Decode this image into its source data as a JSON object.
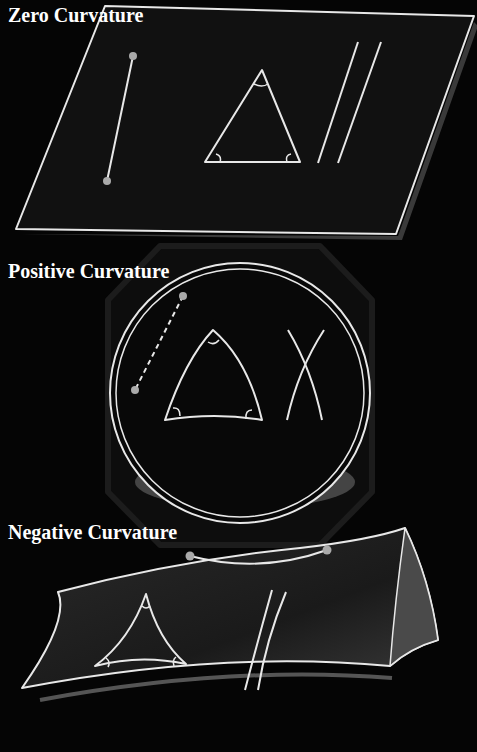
{
  "diagram": {
    "labels": [
      "Zero Curvature",
      "Positive Curvature",
      "Negative Curvature"
    ]
  }
}
